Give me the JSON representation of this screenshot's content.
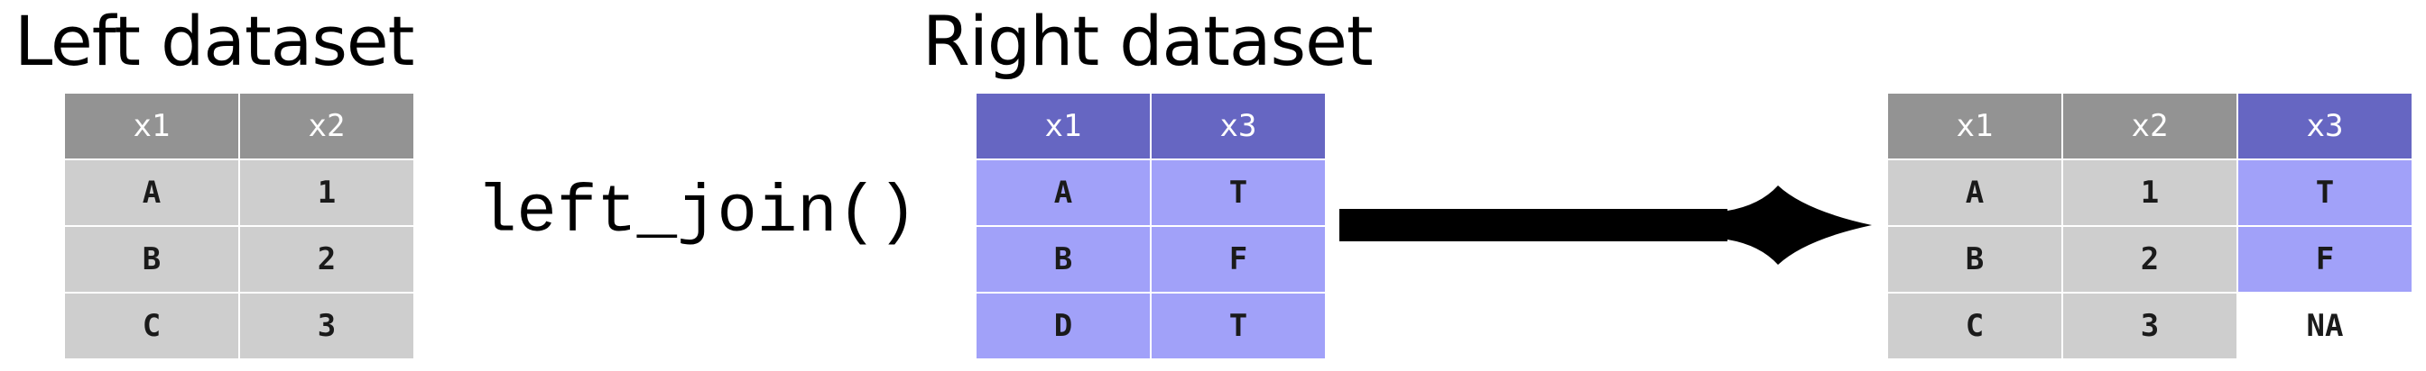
{
  "titles": {
    "left": "Left dataset",
    "right": "Right dataset"
  },
  "function_label": "left_join()",
  "colors": {
    "left_header": "#939393",
    "left_body": "#cecece",
    "right_header": "#6666c2",
    "right_body": "#a1a1f9",
    "arrow": "#000000"
  },
  "left_table": {
    "headers": [
      "x1",
      "x2"
    ],
    "rows": [
      [
        "A",
        "1"
      ],
      [
        "B",
        "2"
      ],
      [
        "C",
        "3"
      ]
    ]
  },
  "right_table": {
    "headers": [
      "x1",
      "x3"
    ],
    "rows": [
      [
        "A",
        "T"
      ],
      [
        "B",
        "F"
      ],
      [
        "D",
        "T"
      ]
    ]
  },
  "result_table": {
    "headers": [
      "x1",
      "x2",
      "x3"
    ],
    "rows": [
      [
        "A",
        "1",
        "T"
      ],
      [
        "B",
        "2",
        "F"
      ],
      [
        "C",
        "3",
        "NA"
      ]
    ]
  },
  "arrow_icon": "right-arrow-icon"
}
